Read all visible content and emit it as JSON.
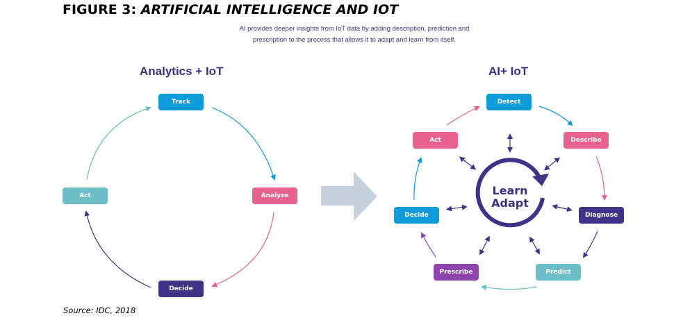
{
  "figure": {
    "label": "FIGURE 3:",
    "title": "ARTIFICIAL INTELLIGENCE AND IOT",
    "subtitle_line1": "AI provides deeper insights from IoT data by adding description, prediction and",
    "subtitle_line2": "prescription to the process that allows it to adapt and learn from itself.",
    "source": "Source: IDC, 2018"
  },
  "colors": {
    "blue": "#0f9ad9",
    "pink": "#e9628f",
    "teal": "#6dbec7",
    "indigo": "#3f3287",
    "purple": "#8e44ad",
    "navy_text": "#3a3281",
    "transition_arrow": "#c5d1dc"
  },
  "left_panel": {
    "title": "Analytics + IoT",
    "nodes": [
      {
        "id": "track",
        "label": "Track",
        "color": "#0f9ad9"
      },
      {
        "id": "analyze",
        "label": "Analyze",
        "color": "#e9628f"
      },
      {
        "id": "decide",
        "label": "Decide",
        "color": "#3f3287"
      },
      {
        "id": "act",
        "label": "Act",
        "color": "#6dbec7"
      }
    ],
    "cycle": [
      "track",
      "analyze",
      "decide",
      "act"
    ]
  },
  "transition_arrow": {
    "icon": "right-arrow-icon"
  },
  "right_panel": {
    "title": "AI+ IoT",
    "center": {
      "line1": "Learn",
      "line2": "Adapt",
      "icon": "cycle-arrow-icon"
    },
    "nodes": [
      {
        "id": "detect",
        "label": "Detect",
        "color": "#0f9ad9"
      },
      {
        "id": "describe",
        "label": "Describe",
        "color": "#e9628f"
      },
      {
        "id": "diagnose",
        "label": "Diagnose",
        "color": "#3f3287"
      },
      {
        "id": "predict",
        "label": "Predict",
        "color": "#6dbec7"
      },
      {
        "id": "prescribe",
        "label": "Prescribe",
        "color": "#8e44ad"
      },
      {
        "id": "decide",
        "label": "Decide",
        "color": "#0f9ad9"
      },
      {
        "id": "act",
        "label": "Act",
        "color": "#e9628f"
      }
    ],
    "cycle": [
      "detect",
      "describe",
      "diagnose",
      "predict",
      "prescribe",
      "decide",
      "act"
    ]
  }
}
